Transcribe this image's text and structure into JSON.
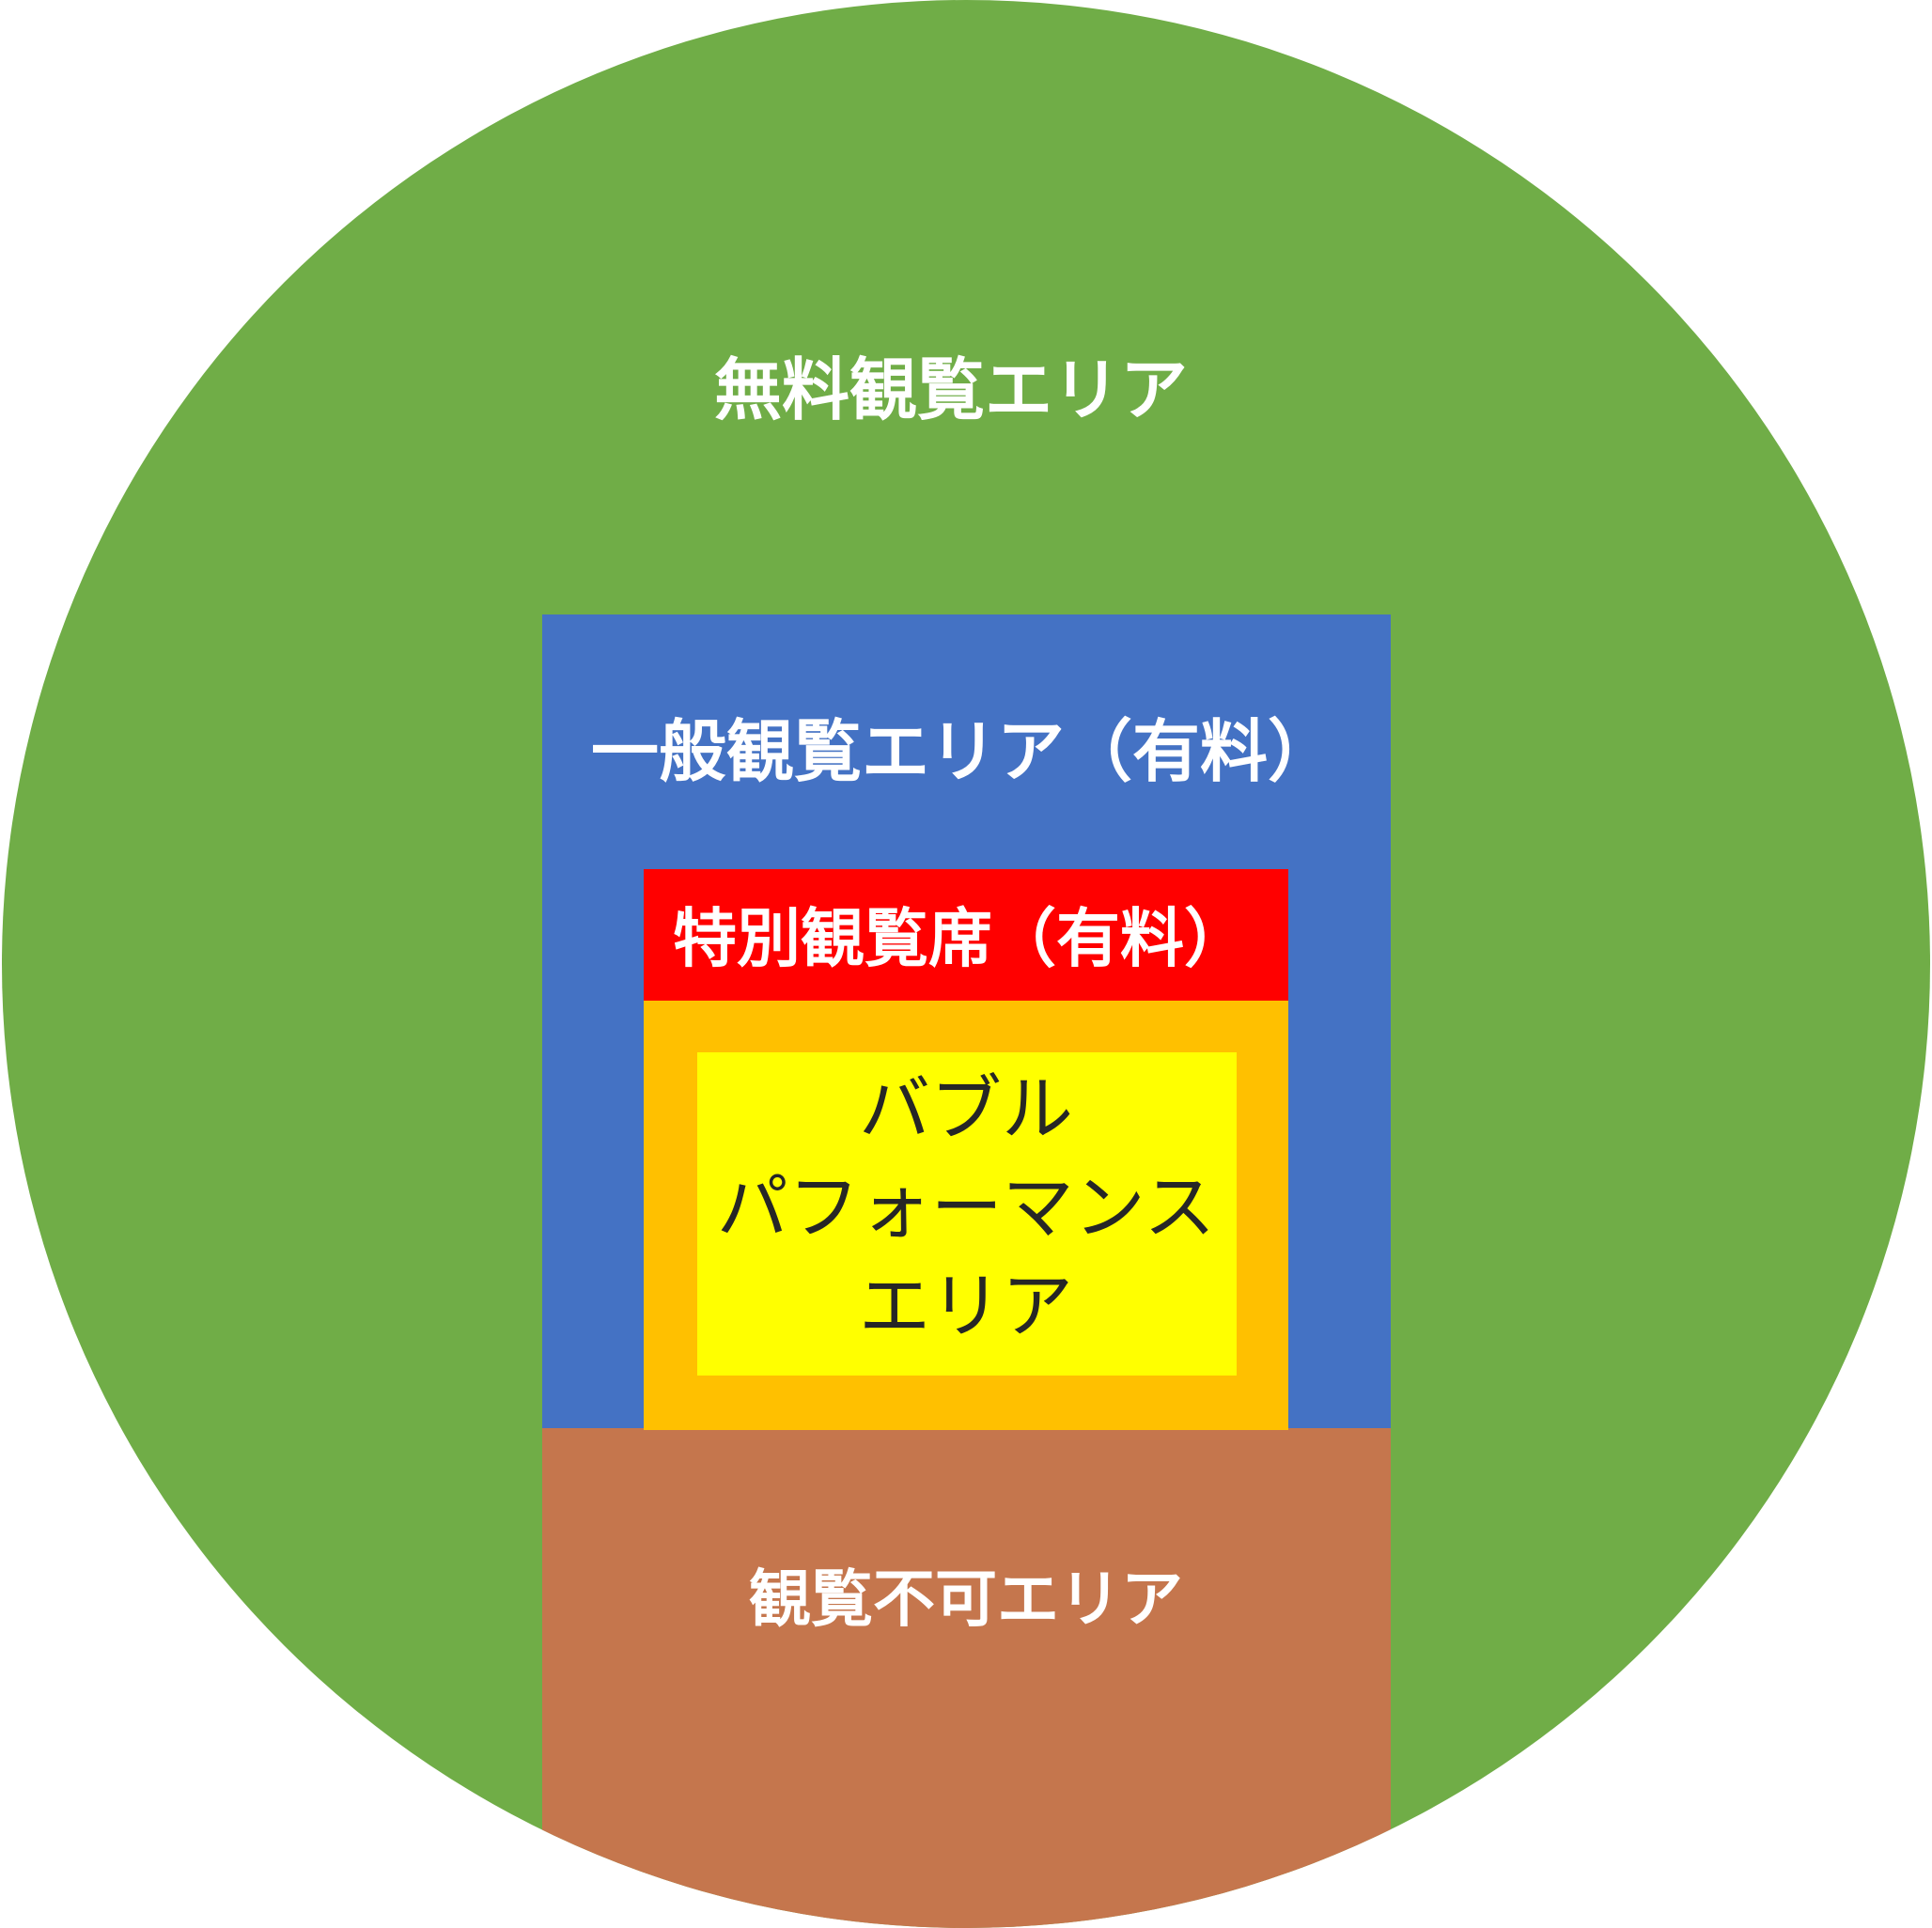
{
  "zones": {
    "free": {
      "label": "無料観覧エリア",
      "color": "#70AD47"
    },
    "general": {
      "label": "一般観覧エリア（有料）",
      "color": "#4472C4"
    },
    "special": {
      "label": "特別観覧席（有料）",
      "color": "#FF0000"
    },
    "buffer": {
      "color": "#FFC000"
    },
    "bubble": {
      "lines": [
        "バブル",
        "パフォーマンス",
        "エリア"
      ],
      "color": "#FFFF00"
    },
    "no_view": {
      "label": "観覧不可エリア",
      "color": "#C5764D"
    }
  }
}
